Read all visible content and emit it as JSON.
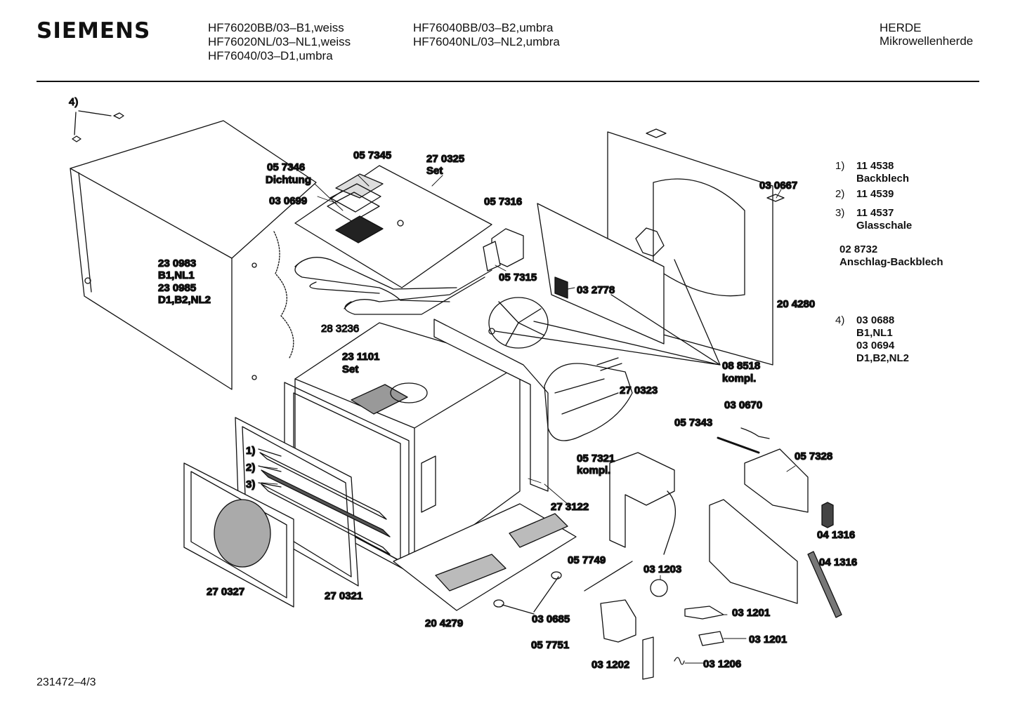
{
  "header": {
    "brand": "SIEMENS",
    "models_col1": [
      "HF76020BB/03–B1,weiss",
      "HF76020NL/03–NL1,weiss",
      "HF76040/03–D1,umbra"
    ],
    "models_col2": [
      "HF76040BB/03–B2,umbra",
      "HF76040NL/03–NL2,umbra"
    ],
    "category": "HERDE",
    "subcategory": "Mikrowellenherde"
  },
  "footer": {
    "drawing_code": "231472–4/3"
  },
  "legend": {
    "item1_num": "1)",
    "item1_code": "11 4538",
    "item1_name": "Backblech",
    "item2_num": "2)",
    "item2_code": "11 4539",
    "item3_num": "3)",
    "item3_code": "11 4537",
    "item3_name": "Glasschale",
    "extra_code": "02 8732",
    "extra_name": "Anschlag-Backblech",
    "item4_num": "4)",
    "item4_code_a": "03 0688",
    "item4_var_a": "B1,NL1",
    "item4_code_b": "03 0694",
    "item4_var_b": "D1,B2,NL2"
  },
  "labels": {
    "l4": "4)",
    "p057345": "05 7345",
    "p270325": "27 0325",
    "p270325_set": "Set",
    "p057346": "05 7346",
    "p057346_name": "Dichtung",
    "p030699": "03 0699",
    "p057316": "05 7316",
    "p030667": "03 0667",
    "p230983": "23 0983",
    "p230983_var": "B1,NL1",
    "p230985": "23 0985",
    "p230985_var": "D1,B2,NL2",
    "p057315": "05 7315",
    "p032778": "03 2778",
    "p204280": "20 4280",
    "p283236": "28 3236",
    "p231101": "23 1101",
    "p231101_set": "Set",
    "p088518": "08 8518",
    "p088518_k": "kompl.",
    "p270323": "27 0323",
    "p030670": "03 0670",
    "p057343": "05 7343",
    "p057328": "05 7328",
    "p057321": "05 7321",
    "p057321_k": "kompl.",
    "s1": "1)",
    "s2": "2)",
    "s3": "3)",
    "p273122": "27 3122",
    "p041316a": "04 1316",
    "p041316b": "04 1316",
    "p057749": "05 7749",
    "p031203": "03 1203",
    "p270327": "27 0327",
    "p270321": "27 0321",
    "p031201a": "03 1201",
    "p204279": "20 4279",
    "p030685": "03 0685",
    "p031201b": "03 1201",
    "p057751": "05 7751",
    "p031202": "03 1202",
    "p031206": "03 1206"
  }
}
